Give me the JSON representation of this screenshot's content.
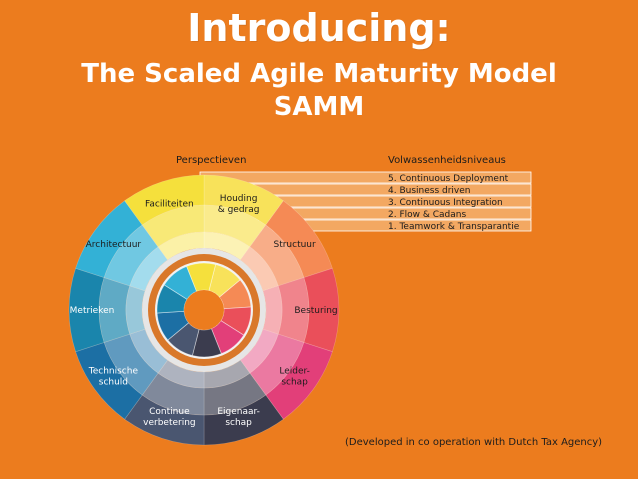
{
  "slide": {
    "title": "Introducing:",
    "subtitle_line1": "The Scaled Agile Maturity Model",
    "subtitle_line2": "SAMM",
    "credit": "(Developed in co operation with Dutch Tax Agency)"
  },
  "diagram": {
    "perspectives_header": "Perspectieven",
    "levels_header": "Volwassenheidsniveaus",
    "perspectives": [
      {
        "lines": [
          "Houding",
          "& gedrag"
        ],
        "color": "#f8e25a"
      },
      {
        "lines": [
          "Structuur"
        ],
        "color": "#f58a55"
      },
      {
        "lines": [
          "Besturing"
        ],
        "color": "#ea4f5a"
      },
      {
        "lines": [
          "Leider-",
          "schap"
        ],
        "color": "#e23f79"
      },
      {
        "lines": [
          "Eigenaar-",
          "schap"
        ],
        "color": "#3b3c4e"
      },
      {
        "lines": [
          "Continue",
          "verbetering"
        ],
        "color": "#4a5670"
      },
      {
        "lines": [
          "Technische",
          "schuld"
        ],
        "color": "#1c6fa4"
      },
      {
        "lines": [
          "Metrieken"
        ],
        "color": "#1a85ac"
      },
      {
        "lines": [
          "Architectuur"
        ],
        "color": "#33b1d6"
      },
      {
        "lines": [
          "Faciliteiten"
        ],
        "color": "#f5e03c"
      }
    ],
    "levels": [
      "5.  Continuous Deployment",
      "4.  Business driven",
      "3.  Continuous Integration",
      "2.  Flow & Cadans",
      "1.  Teamwork & Transparantie"
    ],
    "colors": {
      "background": "#ec7c1e",
      "level_bar": "#f3a862",
      "level_bar_border": "#ffffff",
      "ring_separator": "#d9782a"
    }
  }
}
